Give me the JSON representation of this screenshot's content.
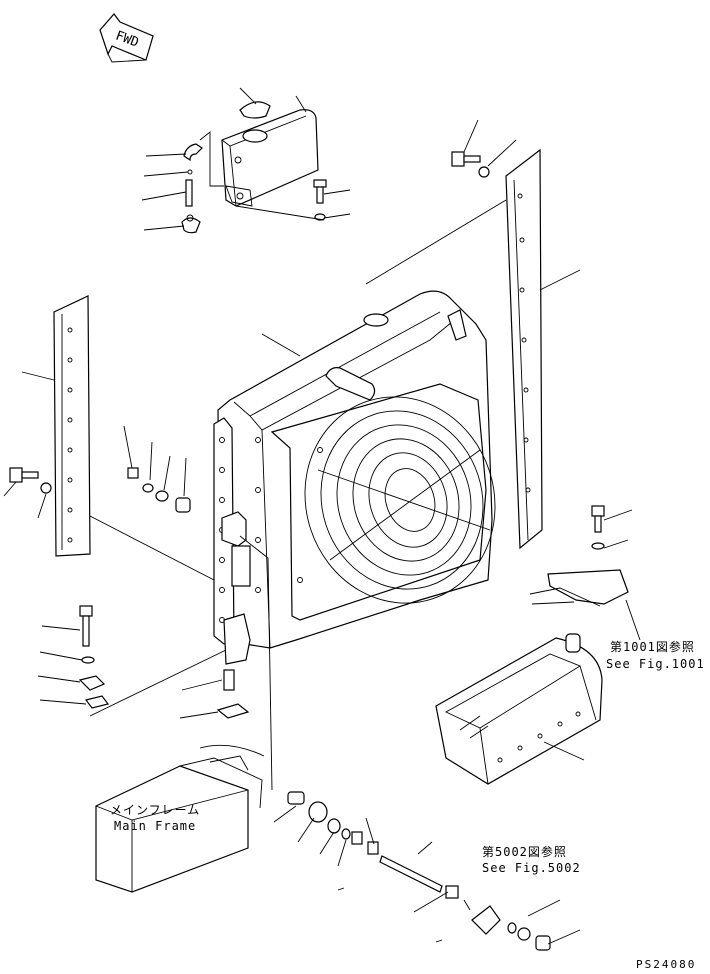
{
  "fwd_arrow": {
    "label": "FWD"
  },
  "references": [
    {
      "id": "ref-fig-1001",
      "japanese": "第1001図参照",
      "english": "See Fig.1001"
    },
    {
      "id": "ref-fig-5002",
      "japanese": "第5002図参照",
      "english": "See Fig.5002"
    }
  ],
  "main_frame": {
    "japanese": "メインフレーム",
    "english": "Main Frame"
  },
  "drawing_code": "PS24080"
}
